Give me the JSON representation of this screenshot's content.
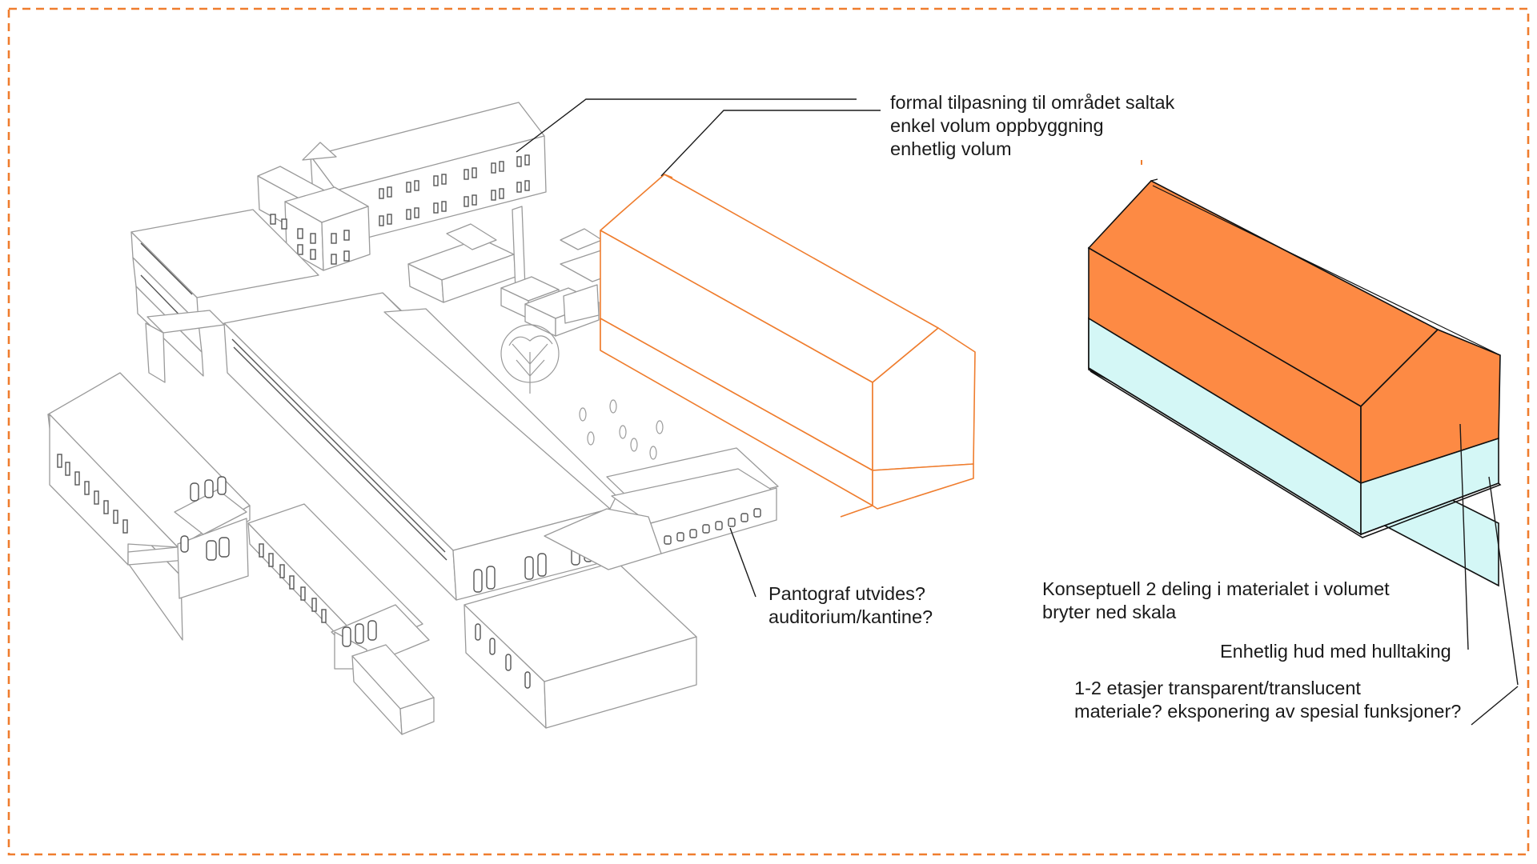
{
  "colors": {
    "frame_dash": "#ef7d2e",
    "orange_roof": "#fd8a44",
    "glass_base": "#d4f7f6",
    "context_lines": "#9a9a9a",
    "text": "#1a1a1a"
  },
  "annotations": {
    "roof": [
      "formal tilpasning til området saltak",
      "enkel volum oppbyggning",
      "enhetlig volum"
    ],
    "pantograf": [
      "Pantograf utvides?",
      "auditorium/kantine?"
    ],
    "split": [
      "Konseptuell 2 deling i materialet i volumet",
      "bryter ned skala"
    ],
    "skin": [
      "Enhetlig hud med hulltaking"
    ],
    "floors": [
      "1-2 etasjer transparent/translucent",
      "materiale? eksponering av spesial funksjoner?"
    ]
  }
}
